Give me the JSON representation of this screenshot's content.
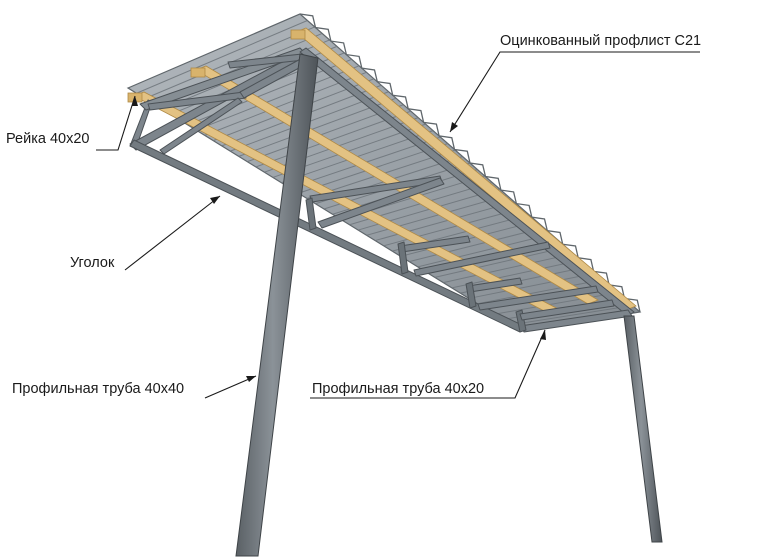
{
  "labels": {
    "roof_sheet": "Оцинкованный профлист С21",
    "batten": "Рейка 40х20",
    "angle": "Уголок",
    "post_pipe": "Профильная труба 40х40",
    "frame_pipe": "Профильная труба 40х20"
  },
  "colors": {
    "steel": "#7d858c",
    "steel_dark": "#4c5257",
    "roof": "#9aa1a7",
    "roof_rib": "#6e757b",
    "wood": "#e3c283",
    "leader": "#1a1a1a"
  }
}
